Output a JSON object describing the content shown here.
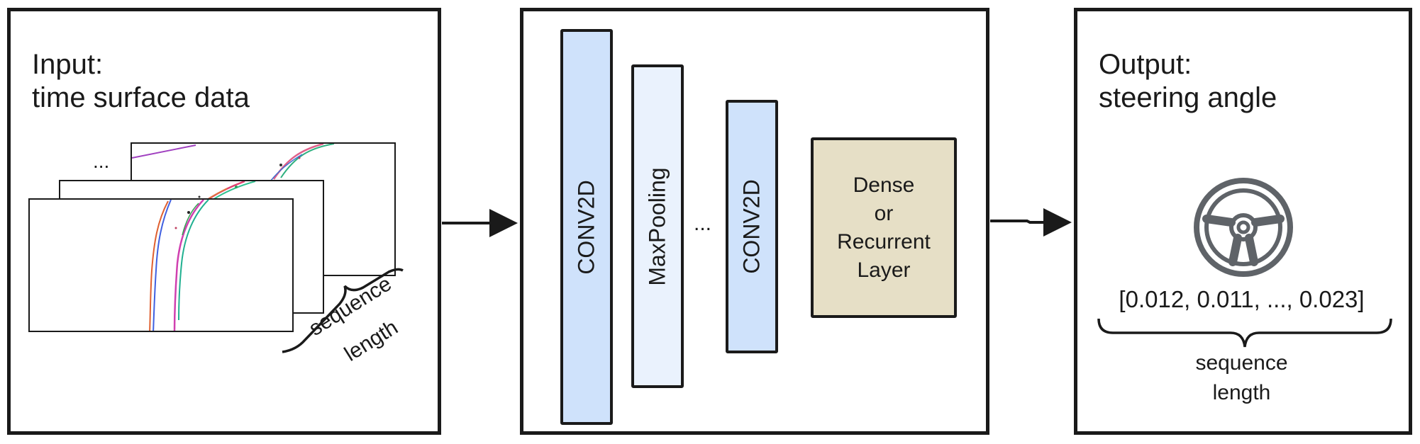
{
  "input_panel": {
    "title_line1": "Input:",
    "title_line2": "time surface data",
    "ellipsis": "...",
    "brace_label_line1": "sequence",
    "brace_label_line2": "length"
  },
  "model_panel": {
    "layers": [
      {
        "label": "CONV2D",
        "color": "#cfe2fb"
      },
      {
        "label": "MaxPooling",
        "color": "#eaf2fd"
      },
      {
        "label": "CONV2D",
        "color": "#cfe2fb"
      }
    ],
    "ellipsis": "...",
    "dense_lines": [
      "Dense",
      "or",
      "Recurrent",
      "Layer"
    ],
    "dense_color": "#e6dfc6"
  },
  "output_panel": {
    "title_line1": "Output:",
    "title_line2": "steering angle",
    "values": "[0.012, 0.011, ..., 0.023]",
    "brace_label_line1": "sequence",
    "brace_label_line2": "length",
    "icon": "steering-wheel-icon"
  }
}
